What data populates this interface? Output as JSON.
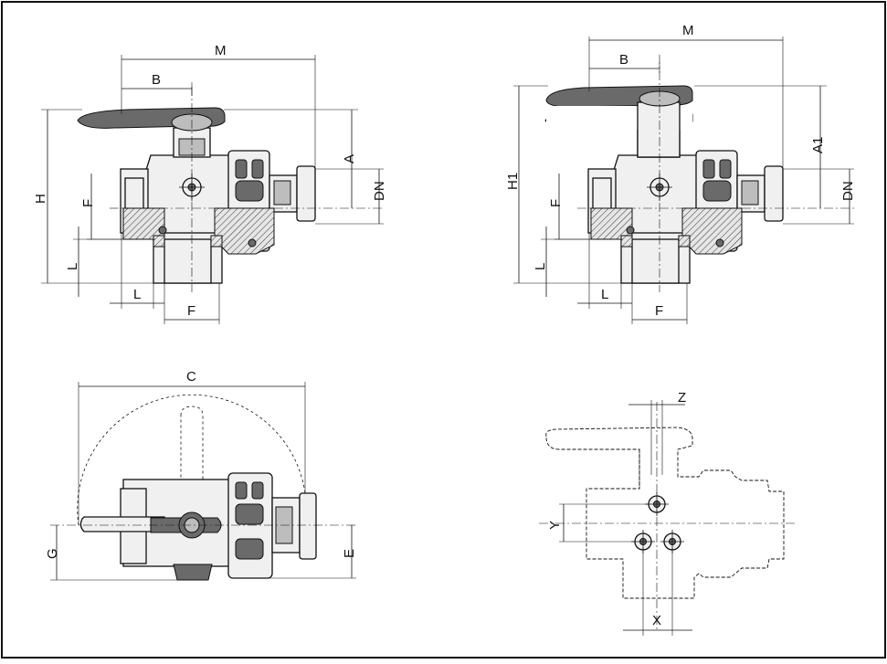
{
  "title": "Three-way ball valve dimension drawing",
  "views": {
    "front": {
      "labels": {
        "M": "M",
        "B": "B",
        "H": "H",
        "A": "A",
        "DN": "DN",
        "F_side": "F",
        "L_vertical": "L",
        "L_bottom": "L",
        "F_bottom": "F"
      }
    },
    "front_extended": {
      "labels": {
        "M": "M",
        "B": "B",
        "H1": "H1",
        "A1": "A1",
        "DN": "DN",
        "F_side": "F",
        "L_vertical": "L",
        "L_bottom": "L",
        "F_bottom": "F"
      }
    },
    "top": {
      "labels": {
        "C": "C",
        "G": "G",
        "E": "E"
      }
    },
    "mounting": {
      "labels": {
        "Z": "Z",
        "Y": "Y",
        "X": "X"
      }
    }
  }
}
